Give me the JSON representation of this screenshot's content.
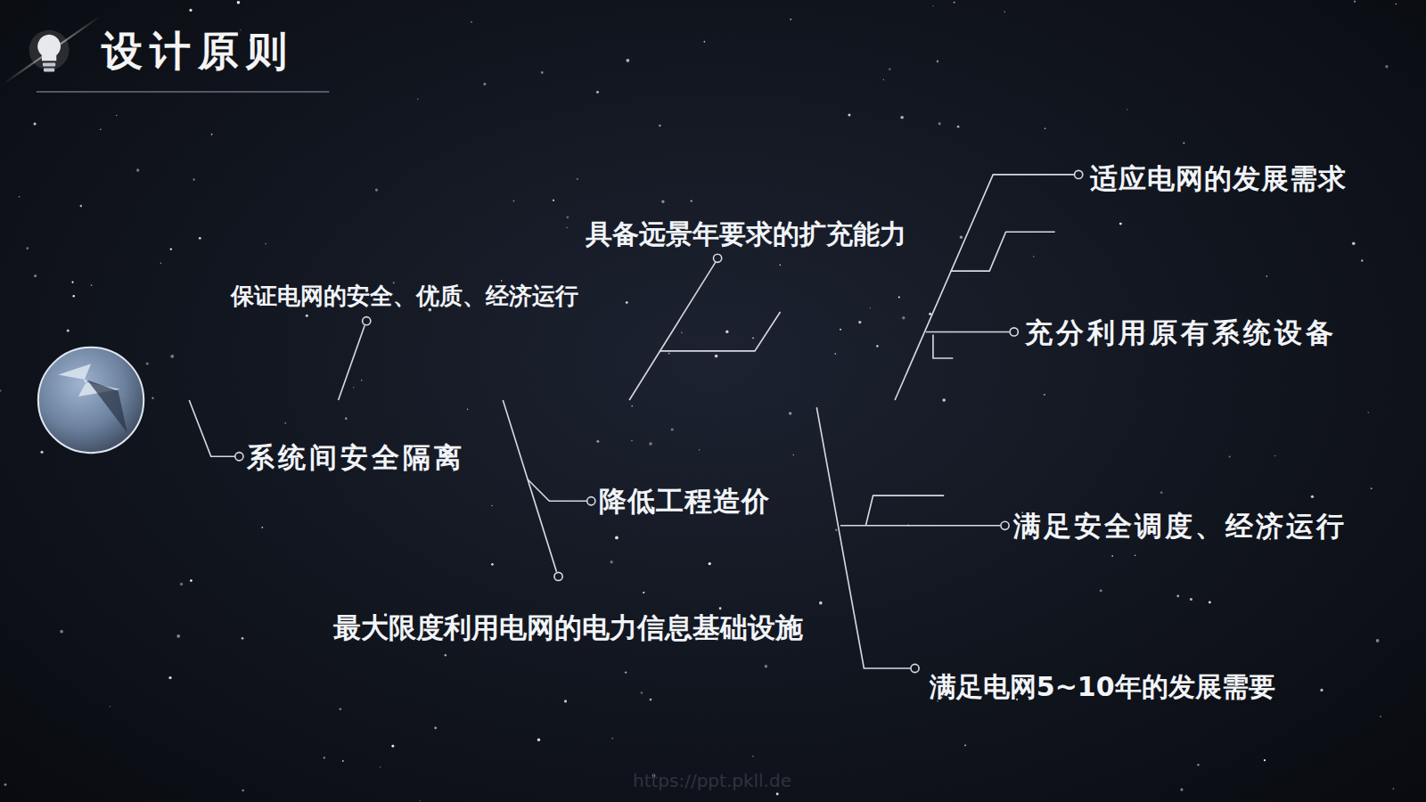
{
  "diagram": {
    "title": "设计原则",
    "labels": [
      "保证电网的安全、优质、经济运行",
      "具备远景年要求的扩充能力",
      "适应电网的发展需求",
      "充分利用原有系统设备",
      "系统间安全隔离",
      "降低工程造价",
      "最大限度利用电网的电力信息基础设施",
      "满足安全调度、经济运行",
      "满足电网5~10年的发展需要",
      "https://ppt.pkll.de"
    ]
  }
}
